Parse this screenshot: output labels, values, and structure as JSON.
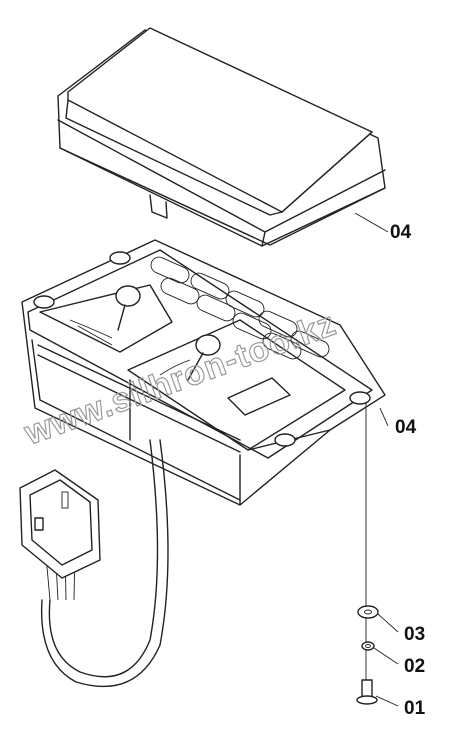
{
  "callouts": [
    {
      "id": "cover",
      "label": "04"
    },
    {
      "id": "base",
      "label": "04"
    },
    {
      "id": "washer",
      "label": "03"
    },
    {
      "id": "spring-washer",
      "label": "02"
    },
    {
      "id": "screw",
      "label": "01"
    }
  ],
  "watermark": "www.silhron-too.kz"
}
